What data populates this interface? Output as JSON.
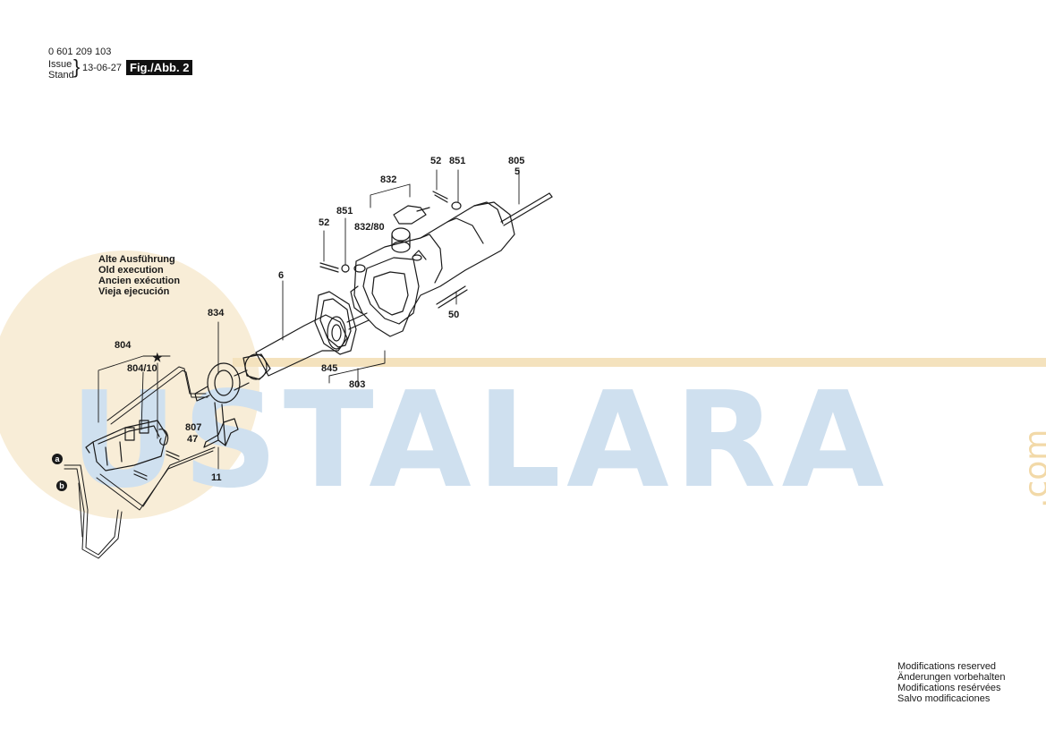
{
  "header": {
    "part_number": "0 601 209 103",
    "issue_label": "Issue",
    "stand_label": "Stand",
    "date": "13-06-27",
    "figure": "Fig./Abb. 2"
  },
  "note": {
    "line1": "Alte Ausführung",
    "line2": "Old execution",
    "line3": "Ancien exécution",
    "line4": "Vieja ejecución"
  },
  "footer": {
    "line1": "Modifications reserved",
    "line2": "Änderungen vorbehalten",
    "line3": "Modifications resérvées",
    "line4": "Salvo modificaciones"
  },
  "watermark": {
    "text": "USTALARA",
    "suffix": ".com"
  },
  "labels": {
    "l52a": "52",
    "l851a": "851",
    "l805": "805",
    "l5": "5",
    "l832": "832",
    "l52b": "52",
    "l851b": "851",
    "l832_80": "832/80",
    "l6": "6",
    "l50": "50",
    "l834": "834",
    "l804": "804",
    "l804_10": "804/10",
    "star": "★",
    "l845": "845",
    "l803": "803",
    "l807": "807",
    "l47": "47",
    "l11": "11",
    "a": "a",
    "b": "b"
  },
  "colors": {
    "watermark_blue": "#cfe0ef",
    "watermark_orange": "#f4e2bd",
    "ink": "#1a1a1a"
  }
}
